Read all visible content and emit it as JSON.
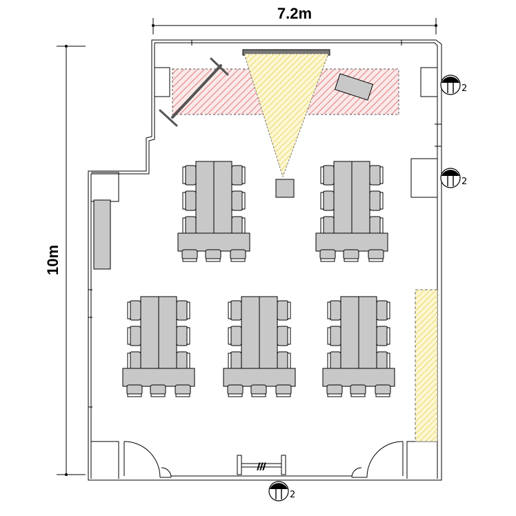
{
  "dimensions": {
    "width_label": "7.2m",
    "height_label": "10m"
  },
  "outlets": [
    {
      "id": "outlet-right-upper",
      "count": "2"
    },
    {
      "id": "outlet-right-middle",
      "count": "2"
    },
    {
      "id": "outlet-bottom-door",
      "count": "2"
    }
  ],
  "tables": {
    "island_count": 5,
    "seats_per_island": 9
  },
  "door_mark": "///",
  "colors": {
    "wall": "#000000",
    "furniture": "#c8c8c8",
    "screen_zone_hatch": "#e89a9a",
    "projector_beam": "#f5e98a",
    "storage_zone": "#f5e98a"
  }
}
